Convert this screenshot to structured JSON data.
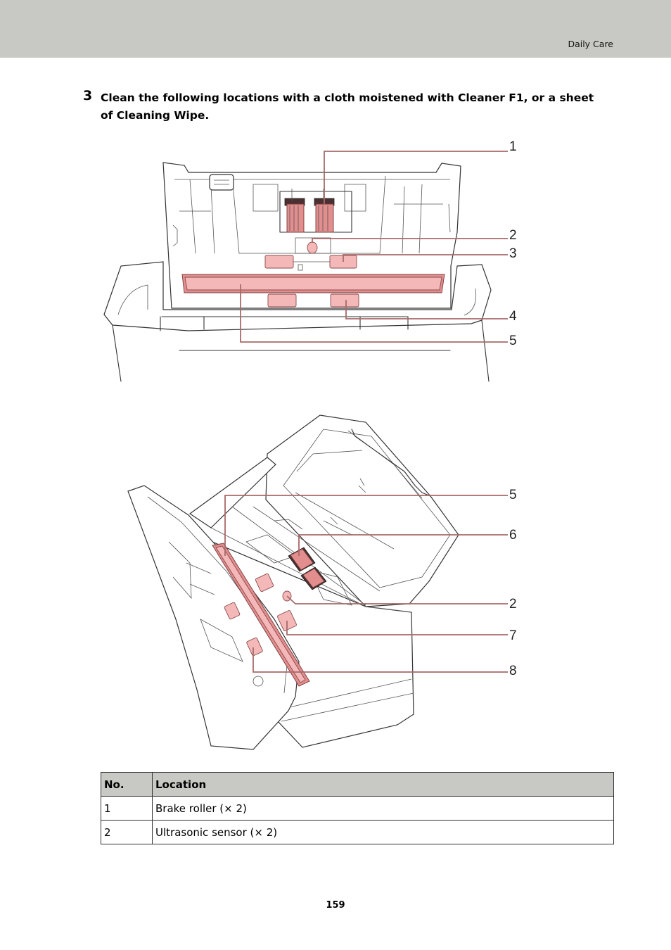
{
  "header": {
    "section_title": "Daily Care"
  },
  "step": {
    "number": "3",
    "text": "Clean the following locations with a cloth moistened with Cleaner F1, or a sheet of Cleaning Wipe."
  },
  "figure1": {
    "callouts": [
      "1",
      "2",
      "3",
      "4",
      "5"
    ]
  },
  "figure2": {
    "callouts": [
      "5",
      "6",
      "2",
      "7",
      "8"
    ]
  },
  "table": {
    "headers": [
      "No.",
      "Location"
    ],
    "rows": [
      [
        "1",
        "Brake roller (× 2)"
      ],
      [
        "2",
        "Ultrasonic sensor (× 2)"
      ]
    ]
  },
  "footer": {
    "page_number": "159"
  }
}
